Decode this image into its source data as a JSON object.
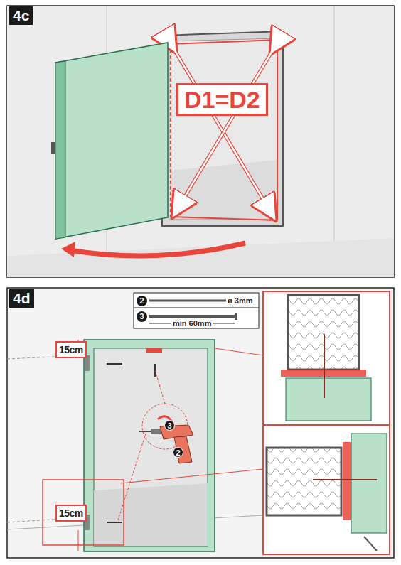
{
  "diagram": {
    "nodes": [
      {
        "text": [
          "4c"
        ]
      },
      {
        "text": [
          "D1=D2"
        ]
      },
      {
        "text": [
          "4d"
        ]
      },
      {
        "text": [
          "2"
        ]
      },
      {
        "text": [
          "3"
        ]
      },
      {
        "text": [
          "15cm"
        ]
      },
      {
        "text": [
          "15cm"
        ]
      },
      {
        "text": [
          "3"
        ]
      },
      {
        "text": [
          "2"
        ]
      }
    ],
    "labels": [
      "ø 3mm",
      "min 60mm"
    ]
  }
}
